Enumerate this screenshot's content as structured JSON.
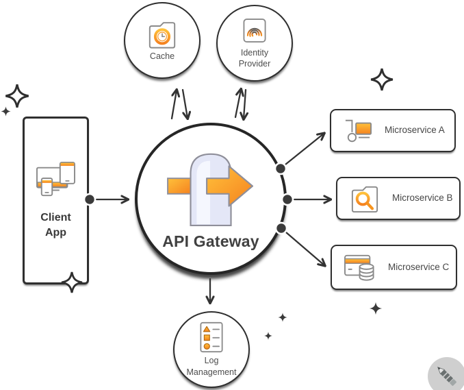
{
  "nodes": {
    "client": {
      "label": "Client App",
      "icon": "devices-icon"
    },
    "gateway": {
      "label": "API Gateway",
      "icon": "gateway-arrow-icon"
    },
    "cache": {
      "label": "Cache",
      "icon": "folder-clock-icon"
    },
    "identity": {
      "label": "Identity Provider",
      "icon": "fingerprint-icon"
    },
    "log": {
      "label": "Log Management",
      "icon": "log-list-icon"
    },
    "microservices": [
      {
        "label": "Microservice A",
        "icon": "service-node-icon"
      },
      {
        "label": "Microservice B",
        "icon": "folder-search-icon"
      },
      {
        "label": "Microservice C",
        "icon": "card-database-icon"
      }
    ]
  },
  "connections": [
    "client-to-gateway",
    "gateway-to-microservice-a",
    "gateway-to-microservice-b",
    "gateway-to-microservice-c",
    "gateway-to-log",
    "gateway-cache-bidirectional",
    "gateway-identity-bidirectional"
  ],
  "colors": {
    "accent_orange": "#F7941E",
    "accent_orange_light": "#FFC13B",
    "accent_orange_deep": "#F5821F",
    "outline_dark": "#2F2F2F",
    "icon_gray": "#8A8A8A",
    "label_gray": "#4D4D4D",
    "lavender_fill": "#E4E7F7"
  }
}
